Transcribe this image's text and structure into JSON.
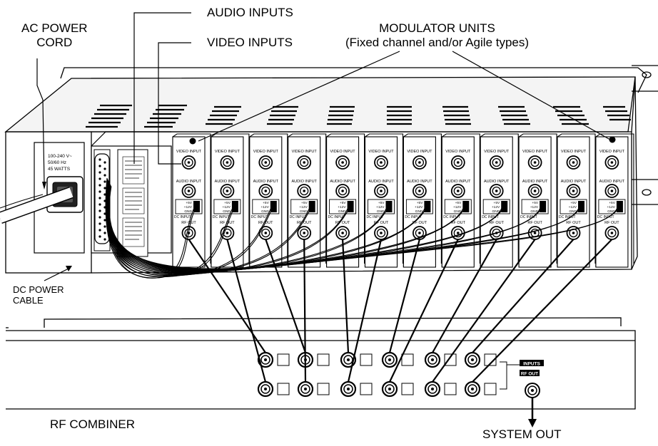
{
  "labels": {
    "ac_power_cord": [
      "AC POWER",
      "CORD"
    ],
    "audio_inputs": "AUDIO INPUTS",
    "video_inputs": "VIDEO INPUTS",
    "modulator_units": [
      "MODULATOR UNITS",
      "(Fixed channel and/or Agile types)"
    ],
    "dc_power_cable": [
      "DC POWER",
      "CABLE"
    ],
    "rf_combiner": "RF COMBINER",
    "system_out": "SYSTEM OUT"
  },
  "power_plate": [
    "100-240 V~",
    "50/60 Hz",
    "45 WATTS"
  ],
  "module_text": {
    "video_input": "VIDEO INPUT",
    "audio_input": "AUDIO INPUT",
    "dc_input": "DC INPUT",
    "rf_out": "RF OUT",
    "plus5": "+5V",
    "plus12": "+12V",
    "gnd": "GND"
  },
  "combiner_text": {
    "inputs": "INPUTS",
    "rf_out": "RF OUT"
  },
  "module_count": 12,
  "combiner_input_count": 12
}
